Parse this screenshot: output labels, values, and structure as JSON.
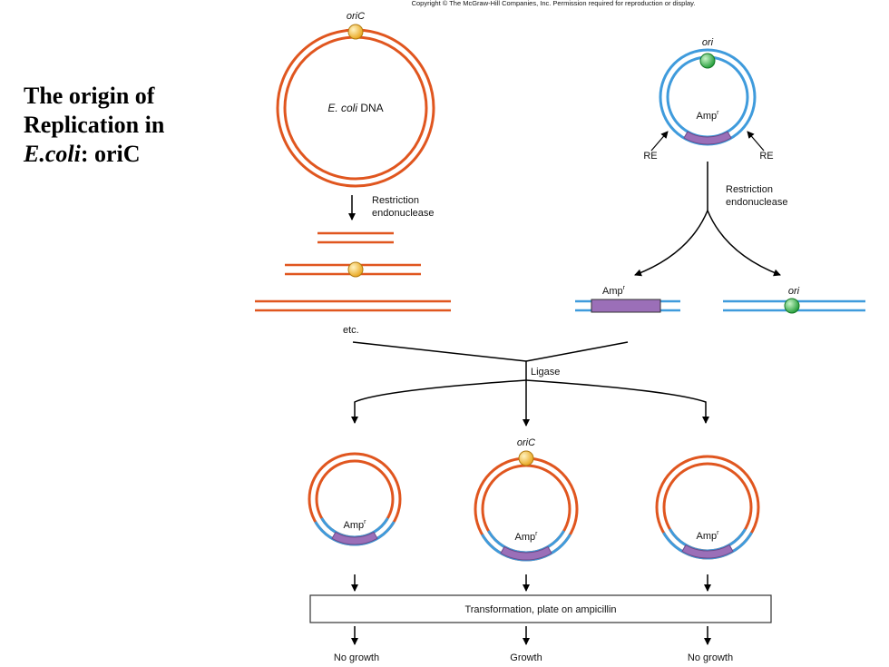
{
  "copyright": "Copyright © The McGraw-Hill Companies, Inc. Permission required for reproduction or display.",
  "title": {
    "line1": "The origin of",
    "line2": "Replication in",
    "line3_italic": "E.coli",
    "line3_rest": ": oriC"
  },
  "labels": {
    "oric_top": "oriC",
    "ecoli_italic": "E. coli",
    "ecoli_rest": " DNA",
    "ori_top": "ori",
    "ampr_plasmid": "Amp",
    "re_left": "RE",
    "re_right": "RE",
    "restriction1_line1": "Restriction",
    "restriction1_line2": "endonuclease",
    "restriction2_line1": "Restriction",
    "restriction2_line2": "endonuclease",
    "ampr_fragment": "Amp",
    "ori_fragment": "ori",
    "etc": "etc.",
    "ligase": "Ligase",
    "oric_middle": "oriC",
    "ampr_left": "Amp",
    "ampr_middle": "Amp",
    "ampr_right": "Amp",
    "amp_superscript": "r",
    "transformation": "Transformation, plate on ampicillin",
    "result_left": "No growth",
    "result_middle": "Growth",
    "result_right": "No growth"
  },
  "colors": {
    "ecoli_dna": "#e0561f",
    "plasmid_dna": "#3f9bdc",
    "amp_gene": "#9b6fb8",
    "oric_marker": "#f4b82c",
    "ori_marker": "#39b54a"
  }
}
